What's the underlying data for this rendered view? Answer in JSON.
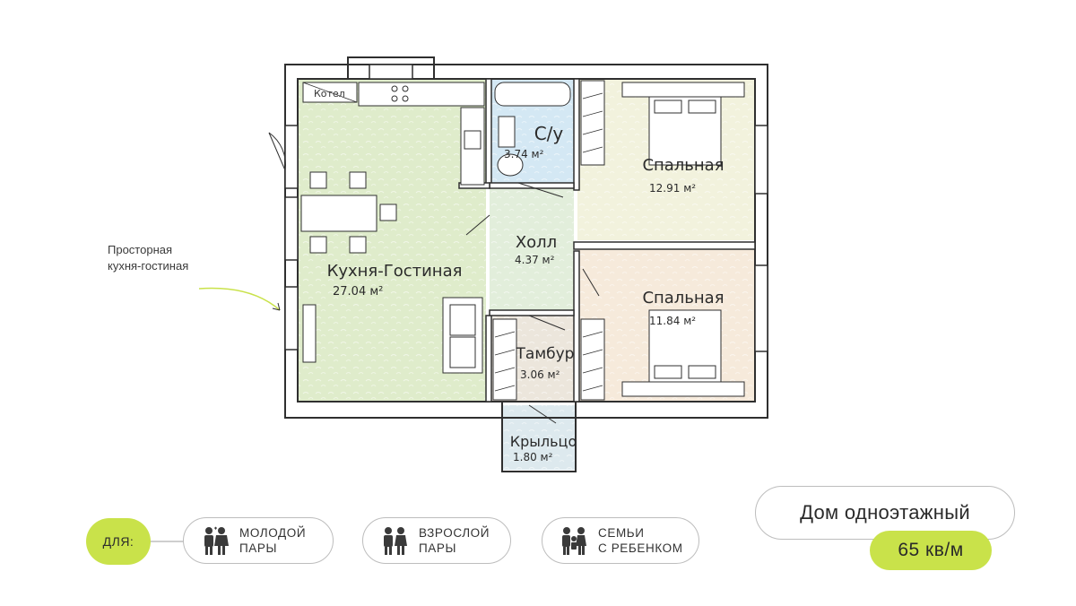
{
  "plan": {
    "boiler_label": "Котел",
    "rooms": [
      {
        "id": "kitchen",
        "name": "Кухня-Гостиная",
        "area": "27.04",
        "unit": "м²"
      },
      {
        "id": "bath",
        "name": "С/у",
        "area": "3.74",
        "unit": "м²"
      },
      {
        "id": "bed1",
        "name": "Спальная",
        "area": "12.91",
        "unit": "м²"
      },
      {
        "id": "hall",
        "name": "Холл",
        "area": "4.37",
        "unit": "м²"
      },
      {
        "id": "bed2",
        "name": "Спальная",
        "area": "11.84",
        "unit": "м²"
      },
      {
        "id": "vestibule",
        "name": "Тамбур",
        "area": "3.06",
        "unit": "м²"
      },
      {
        "id": "porch",
        "name": "Крыльцо",
        "area": "1.80",
        "unit": "м²"
      }
    ]
  },
  "callout": {
    "line1": "Просторная",
    "line2": "кухня-гостиная"
  },
  "audience": {
    "for_label": "ДЛЯ:",
    "items": [
      {
        "line1": "МОЛОДОЙ",
        "line2": "ПАРЫ",
        "icon": "young-couple-icon"
      },
      {
        "line1": "ВЗРОСЛОЙ",
        "line2": "ПАРЫ",
        "icon": "adult-couple-icon"
      },
      {
        "line1": "СЕМЬИ",
        "line2": "С РЕБЕНКОМ",
        "icon": "family-with-child-icon"
      }
    ]
  },
  "house": {
    "type": "Дом одноэтажный",
    "area": "65 кв/м"
  },
  "colors": {
    "accent": "#c9e24a",
    "kitchen": "#dfeccb",
    "bath": "#d4e8f4",
    "bedroom1": "#f2f2dd",
    "bedroom2": "#f6eadb",
    "hall": "#e2eedb",
    "vestibule": "#ece6dc",
    "porch": "#dde9ee",
    "wall": "#2f2f2f"
  }
}
